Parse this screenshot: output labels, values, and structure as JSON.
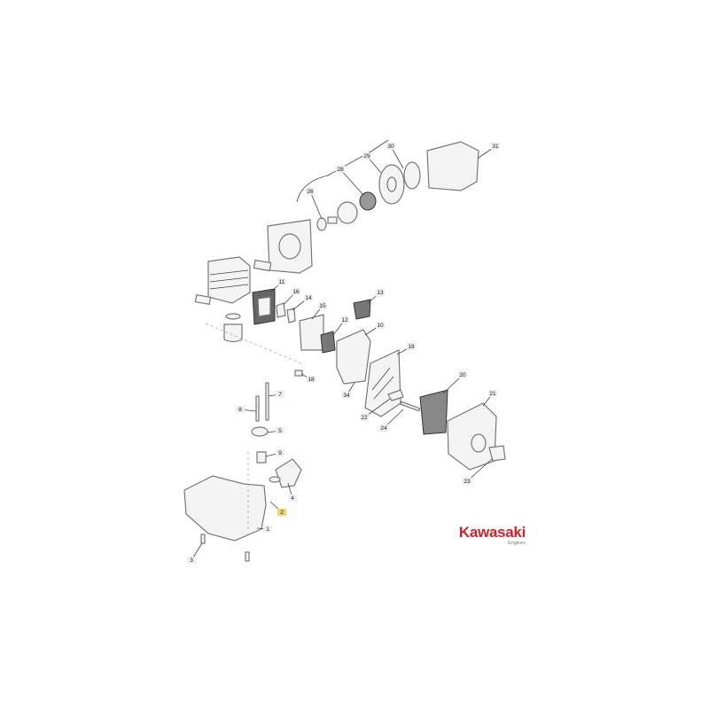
{
  "diagram": {
    "labels": [
      "30",
      "29",
      "28",
      "26",
      "31",
      "11",
      "16",
      "14",
      "15",
      "13",
      "12",
      "10",
      "19",
      "18",
      "34",
      "7",
      "8",
      "5",
      "9",
      "4",
      "2",
      "1",
      "3",
      "20",
      "21",
      "22",
      "24",
      "23"
    ],
    "highlighted_label": "2",
    "highlight_color": "#f3d36b"
  },
  "logo": {
    "brand": "Kawasaki",
    "subtitle": "Engines",
    "brand_color": "#d4202a"
  }
}
